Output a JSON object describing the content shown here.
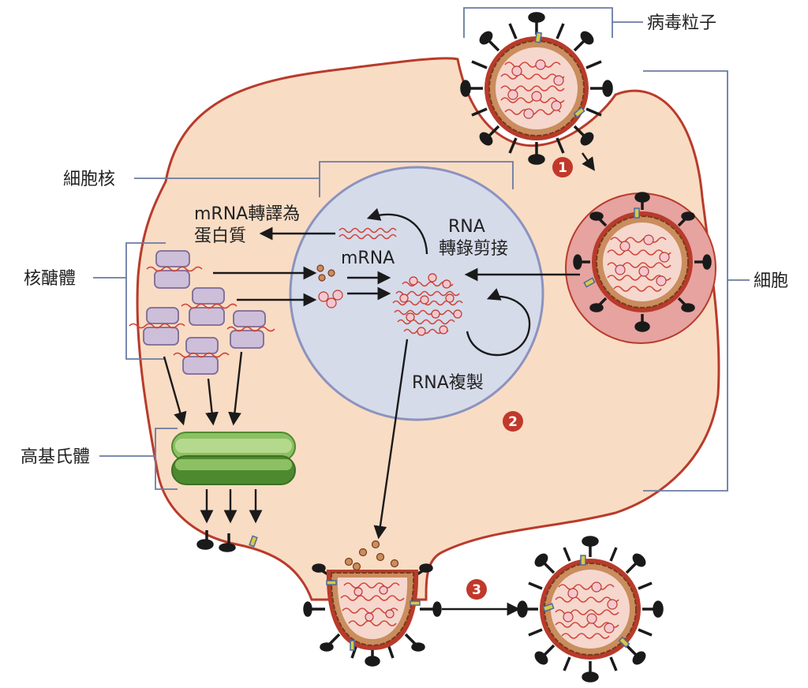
{
  "labels": {
    "virus_particle": "病毒粒子",
    "nucleus": "細胞核",
    "ribosome": "核醣體",
    "golgi": "高基氏體",
    "cell": "細胞",
    "mrna_translate_1": "mRNA轉譯為",
    "mrna_translate_2": "蛋白質",
    "rna_transcription_1": "RNA",
    "rna_transcription_2": "轉錄剪接",
    "mrna": "mRNA",
    "rna_replication": "RNA複製"
  },
  "steps": [
    "1",
    "2",
    "3"
  ],
  "colors": {
    "cell_fill": "#f9dcc4",
    "cell_stroke": "#b83b2b",
    "nucleus_fill": "#d6dbea",
    "nucleus_stroke": "#8b93bf",
    "step_badge": "#c0392b",
    "ribosome_fill": "#cdbfd9",
    "ribosome_stroke": "#7c6a95",
    "golgi_light": "#8cc063",
    "golgi_dark": "#4d8a2f",
    "leader_line": "#6a7ba3",
    "rna_strand": "#d1453a",
    "spike": "#1a1a1a"
  }
}
